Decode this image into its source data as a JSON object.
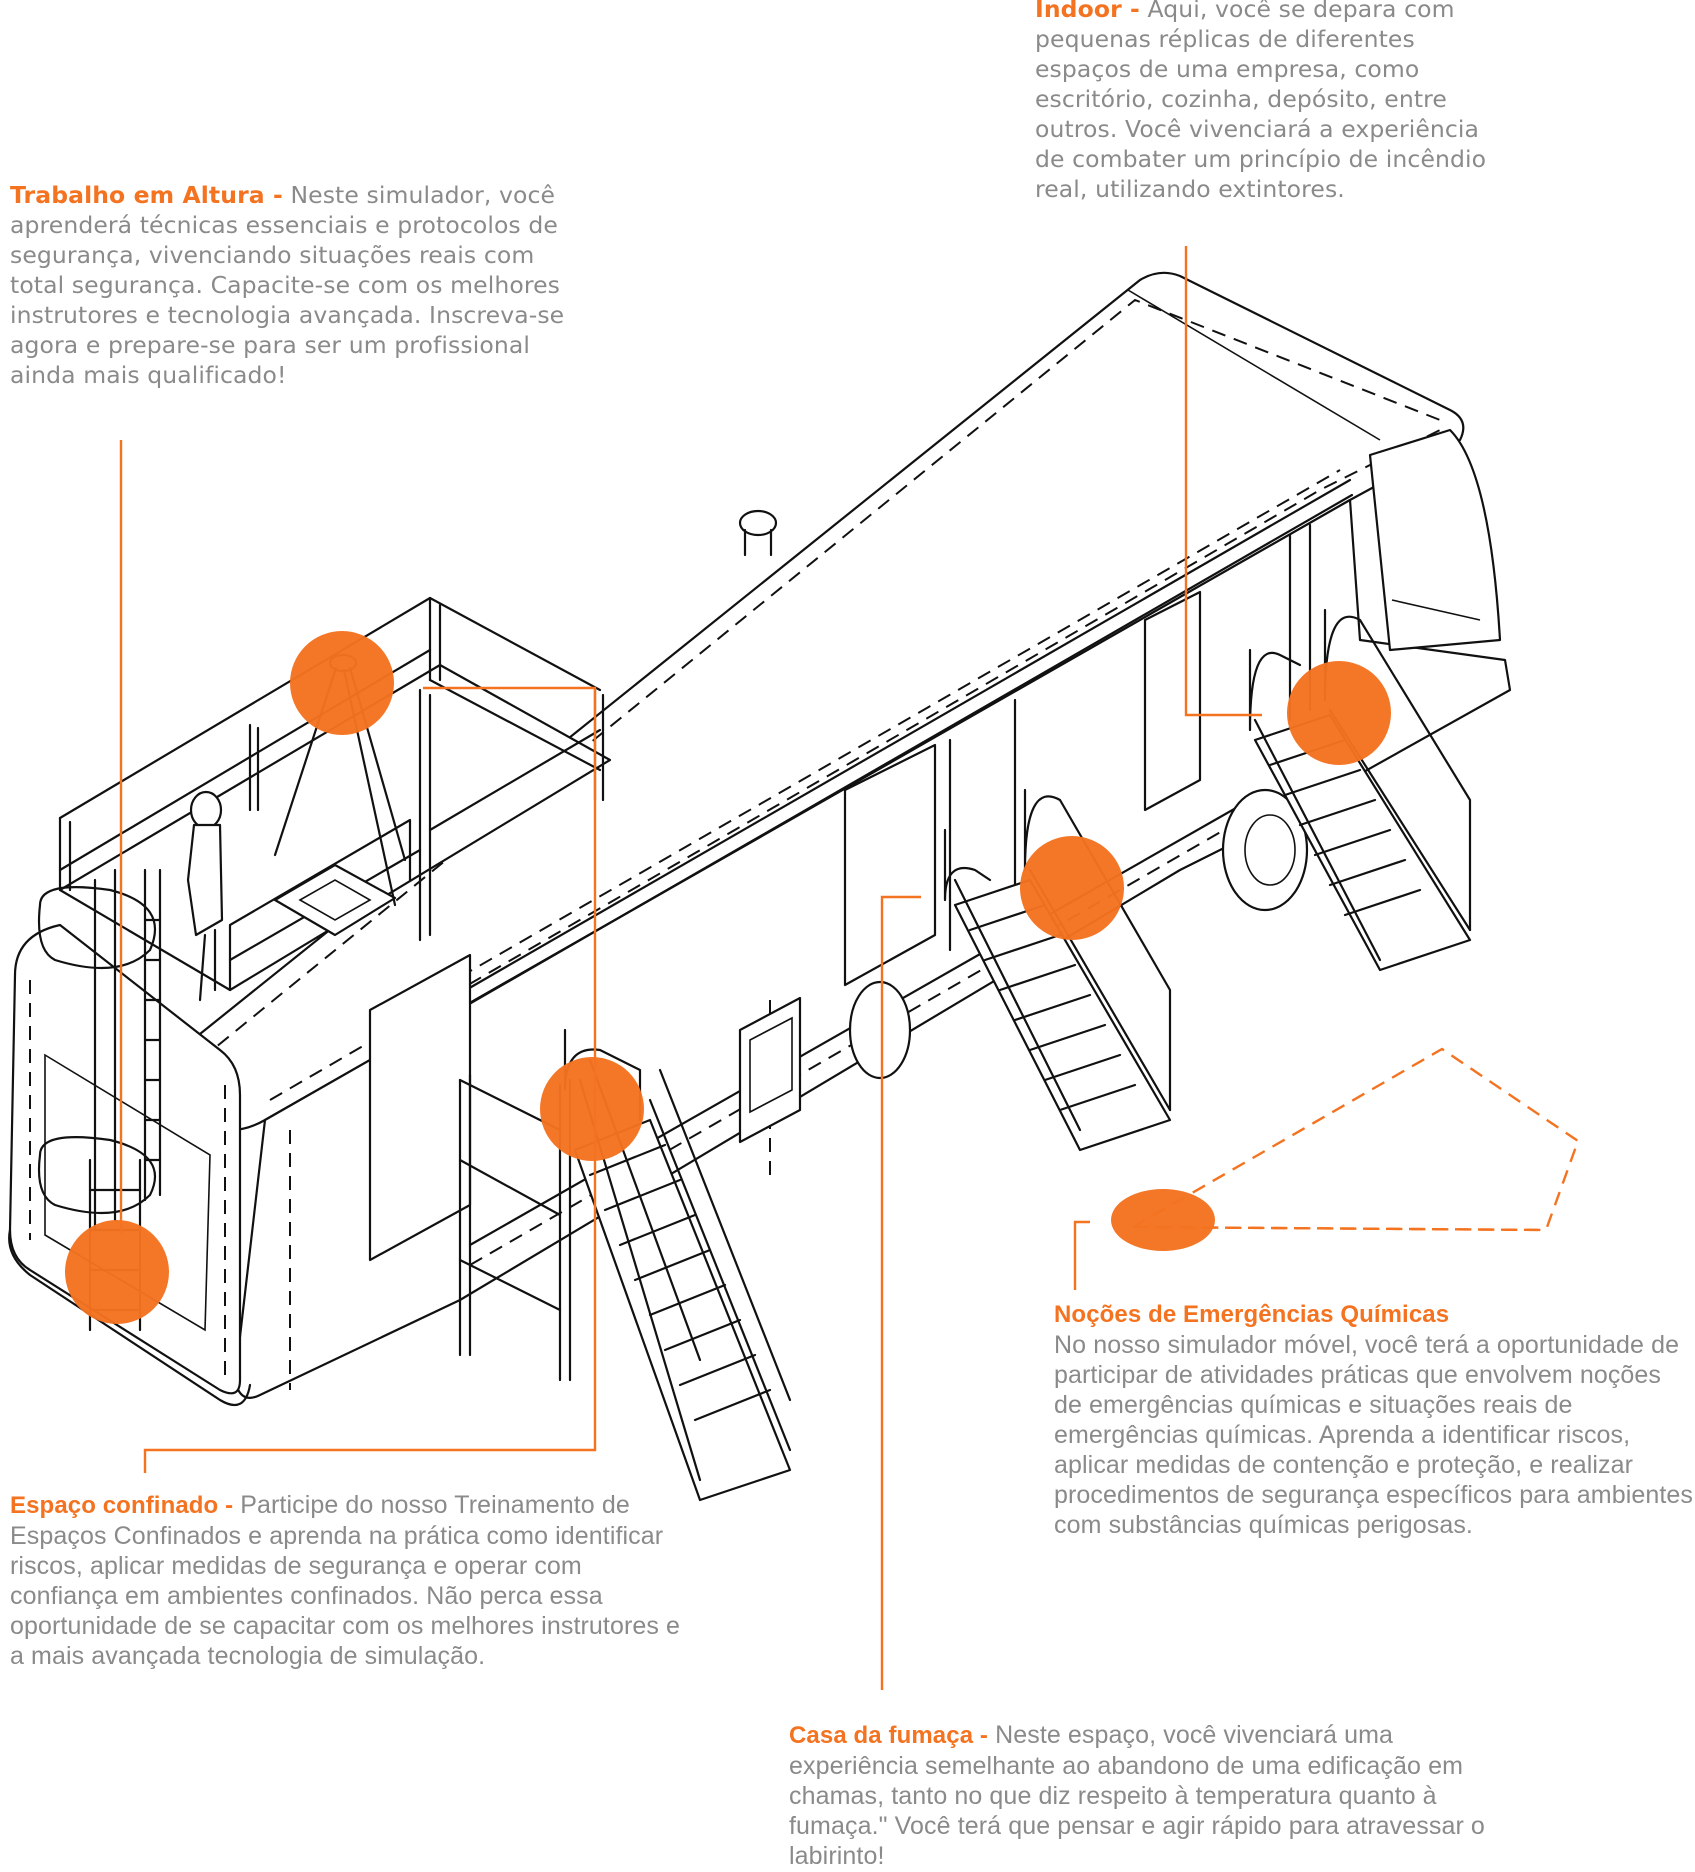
{
  "colors": {
    "accent": "#f47321",
    "body_text": "#8a8a8a",
    "line_art": "#111111"
  },
  "illustration": {
    "subject": "mobile-training-bus"
  },
  "callouts": {
    "indoor": {
      "title": "Indoor -",
      "text": "Aqui, você se depara com pequenas réplicas de diferentes espaços de uma empresa, como escritório, cozinha, depósito, entre outros. Você vivenciará a experiência de combater um princípio de incêndio real, utilizando extintores."
    },
    "trabalho_altura": {
      "title": "Trabalho em Altura -",
      "text": "Neste simulador, você aprenderá técnicas essenciais e protocolos de segurança, vivenciando situações reais com total segurança. Capacite-se com os melhores instrutores e tecnologia avançada. Inscreva-se agora e prepare-se para ser um profissional ainda mais qualificado!"
    },
    "emergencias_quimicas": {
      "title": "Noções de Emergências Químicas",
      "text": "No nosso simulador móvel, você terá a oportunidade de participar de atividades práticas que envolvem noções de emergências químicas e situações reais de emergências químicas. Aprenda a identificar riscos, aplicar medidas de contenção e proteção, e realizar procedimentos de segurança específicos para ambientes com substâncias químicas perigosas."
    },
    "espaco_confinado": {
      "title": "Espaço confinado -",
      "text": "Participe do nosso Treinamento de Espaços Confinados e aprenda na prática como identificar riscos, aplicar medidas de segurança e operar com confiança em ambientes confinados. Não perca essa oportunidade de se capacitar com os melhores instrutores e a mais avançada tecnologia de simulação."
    },
    "casa_fumaca": {
      "title": "Casa da fumaça -",
      "text": "Neste espaço, você vivenciará uma experiência semelhante ao abandono de uma edificação em chamas, tanto no que diz respeito à temperatura quanto à fumaça.\" Você terá que pensar e agir rápido para atravessar o labirinto!"
    }
  }
}
